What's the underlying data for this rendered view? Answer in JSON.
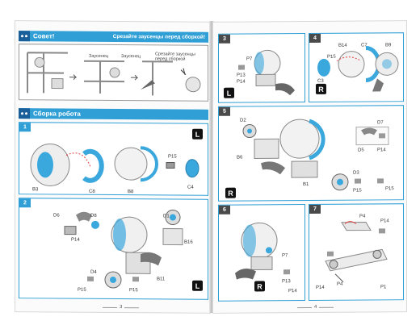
{
  "left_page": {
    "tip_section": {
      "title": "Совет!",
      "subtitle": "Срезайте заусенцы перед сборкой!",
      "callouts": [
        "Заусенец",
        "Заусенец",
        "Срезайте заусенцы перед сборкой"
      ]
    },
    "assembly_section": {
      "title": "Сборка робота"
    },
    "step1": {
      "number": "1",
      "side_badge": "L",
      "labels": [
        "P15",
        "B3",
        "C8",
        "B8",
        "C4"
      ]
    },
    "step2": {
      "number": "2",
      "side_badge": "L",
      "labels": [
        "D6",
        "D8",
        "P14",
        "D1",
        "B16",
        "D4",
        "B11",
        "P15",
        "P15"
      ]
    },
    "page_number": "3"
  },
  "right_page": {
    "step3": {
      "number": "3",
      "side_badge": "L",
      "labels": [
        "P7",
        "P13",
        "P14"
      ]
    },
    "step4": {
      "number": "4",
      "side_badge": "R",
      "labels": [
        "B14",
        "C7",
        "B9",
        "P15",
        "C3"
      ]
    },
    "step5": {
      "number": "5",
      "side_badge": "R",
      "labels": [
        "D2",
        "B6",
        "D7",
        "D5",
        "P14",
        "B1",
        "D3",
        "P15",
        "P15"
      ]
    },
    "step6": {
      "number": "6",
      "side_badge": "R",
      "labels": [
        "P7",
        "P13",
        "P14"
      ]
    },
    "step7": {
      "number": "7",
      "labels": [
        "P4",
        "P14",
        "P14",
        "P4",
        "P1"
      ]
    },
    "page_number": "4"
  },
  "colors": {
    "accent": "#2f9fd6",
    "accent_dark": "#1b5f9a",
    "part_blue": "#3aa7dd",
    "part_grey": "#b8b8b8"
  }
}
